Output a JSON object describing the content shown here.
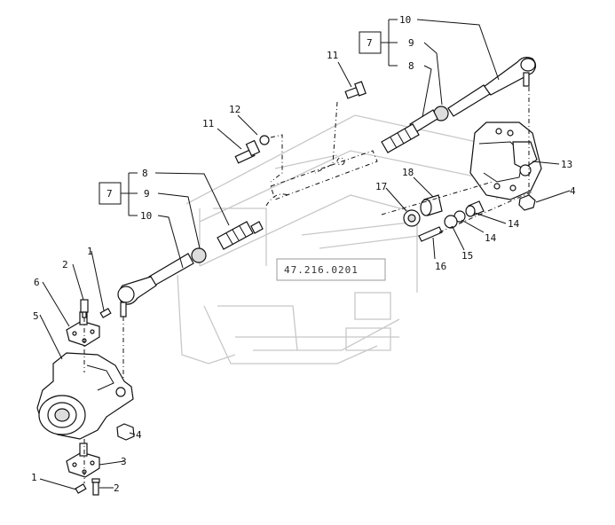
{
  "drawing_code": "47.216.0201",
  "callouts": [
    {
      "id": "c10-top",
      "text": "10"
    },
    {
      "id": "c9-top",
      "text": "9"
    },
    {
      "id": "c8-top",
      "text": "8"
    },
    {
      "id": "c7-top",
      "text": "7"
    },
    {
      "id": "c11-top",
      "text": "11"
    },
    {
      "id": "c12",
      "text": "12"
    },
    {
      "id": "c11-left",
      "text": "11"
    },
    {
      "id": "c13",
      "text": "13"
    },
    {
      "id": "c4-right",
      "text": "4"
    },
    {
      "id": "c18",
      "text": "18"
    },
    {
      "id": "c17",
      "text": "17"
    },
    {
      "id": "c14a",
      "text": "14"
    },
    {
      "id": "c14b",
      "text": "14"
    },
    {
      "id": "c15",
      "text": "15"
    },
    {
      "id": "c16",
      "text": "16"
    },
    {
      "id": "c8-left",
      "text": "8"
    },
    {
      "id": "c7-left",
      "text": "7"
    },
    {
      "id": "c9-left",
      "text": "9"
    },
    {
      "id": "c10-left",
      "text": "10"
    },
    {
      "id": "c1-top",
      "text": "1"
    },
    {
      "id": "c2-top",
      "text": "2"
    },
    {
      "id": "c6",
      "text": "6"
    },
    {
      "id": "c5",
      "text": "5"
    },
    {
      "id": "c4-left",
      "text": "4"
    },
    {
      "id": "c3",
      "text": "3"
    },
    {
      "id": "c1-bottom",
      "text": "1"
    },
    {
      "id": "c2-bottom",
      "text": "2"
    }
  ]
}
